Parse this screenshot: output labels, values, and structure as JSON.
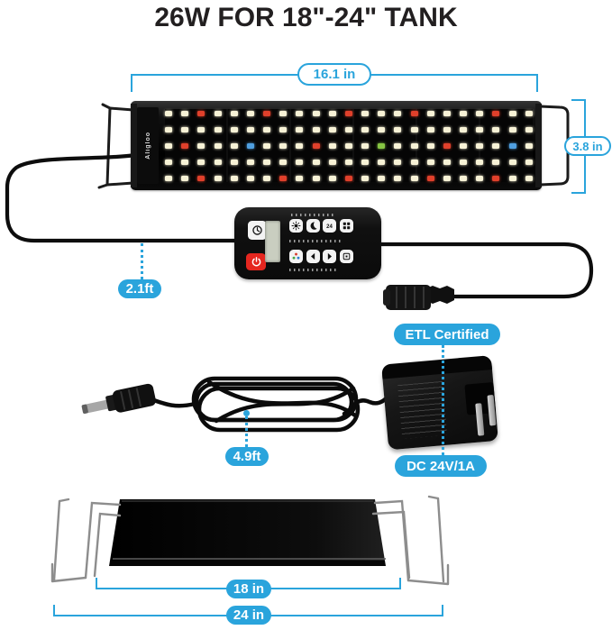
{
  "title": "26W FOR 18\"-24\" TANK",
  "accent_color": "#2aa4dc",
  "labels": {
    "fixture_width": "16.1 in",
    "fixture_height": "3.8 in",
    "controller_cable_length": "2.1ft",
    "certification": "ETL Certified",
    "adapter_output": "DC 24V/1A",
    "power_cable_length": "4.9ft",
    "body_length": "18 in",
    "extended_length": "24 in"
  },
  "fixture": {
    "brand": "Aligloo",
    "led_pattern": [
      "WWRWWWRWWWWRWWWRWWWWRWW",
      "WWWWWWWWWWWWWWWWWWWWWWW",
      "WRWWWBWWWRWWWGWWWRWWWBW",
      "WWWWWWWWWWWWWWWWWWWWWWW",
      "WWRWWWWRWWWRWWWWRWWWRWW"
    ],
    "led_colors": {
      "W": "#f7f2d6",
      "R": "#e0402b",
      "G": "#86c543",
      "B": "#4f9fe0"
    }
  },
  "controller": {
    "side_buttons": [
      {
        "name": "timer-button",
        "icon": "clock"
      },
      {
        "name": "power-button",
        "icon": "power"
      }
    ],
    "top_row": [
      {
        "name": "sun-button",
        "icon": "sun"
      },
      {
        "name": "moon-button",
        "icon": "moon"
      },
      {
        "name": "auto-cycle-button",
        "icon": "cycle"
      },
      {
        "name": "scene-button",
        "icon": "grid"
      }
    ],
    "bottom_row": [
      {
        "name": "rgb-button",
        "icon": "rgb"
      },
      {
        "name": "dim-down-button",
        "icon": "left"
      },
      {
        "name": "dim-up-button",
        "icon": "right"
      },
      {
        "name": "set-button",
        "icon": "ok"
      }
    ]
  }
}
